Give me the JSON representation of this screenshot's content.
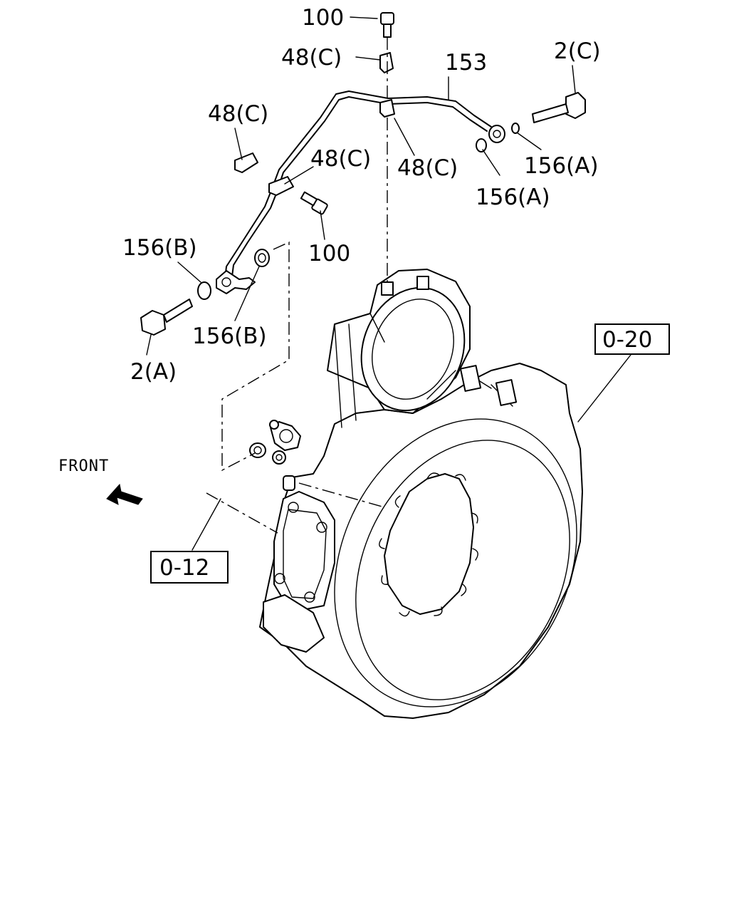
{
  "callouts": {
    "bolt_100_top": "100",
    "clip_48c_top": "48(C)",
    "pipe_153": "153",
    "bolt_2c": "2(C)",
    "clip_48c_left": "48(C)",
    "clip_48c_mid": "48(C)",
    "clip_48c_center": "48(C)",
    "washer_156a_right": "156(A)",
    "washer_156a_lower": "156(A)",
    "bolt_100_mid": "100",
    "washer_156b_upper": "156(B)",
    "washer_156b_lower": "156(B)",
    "bolt_2a": "2(A)"
  },
  "refs": {
    "ref_0_20": "0-20",
    "ref_0_12": "0-12"
  },
  "direction": {
    "front": "FRONT"
  },
  "icons": {
    "front_arrow": "arrow-up-left-icon"
  }
}
